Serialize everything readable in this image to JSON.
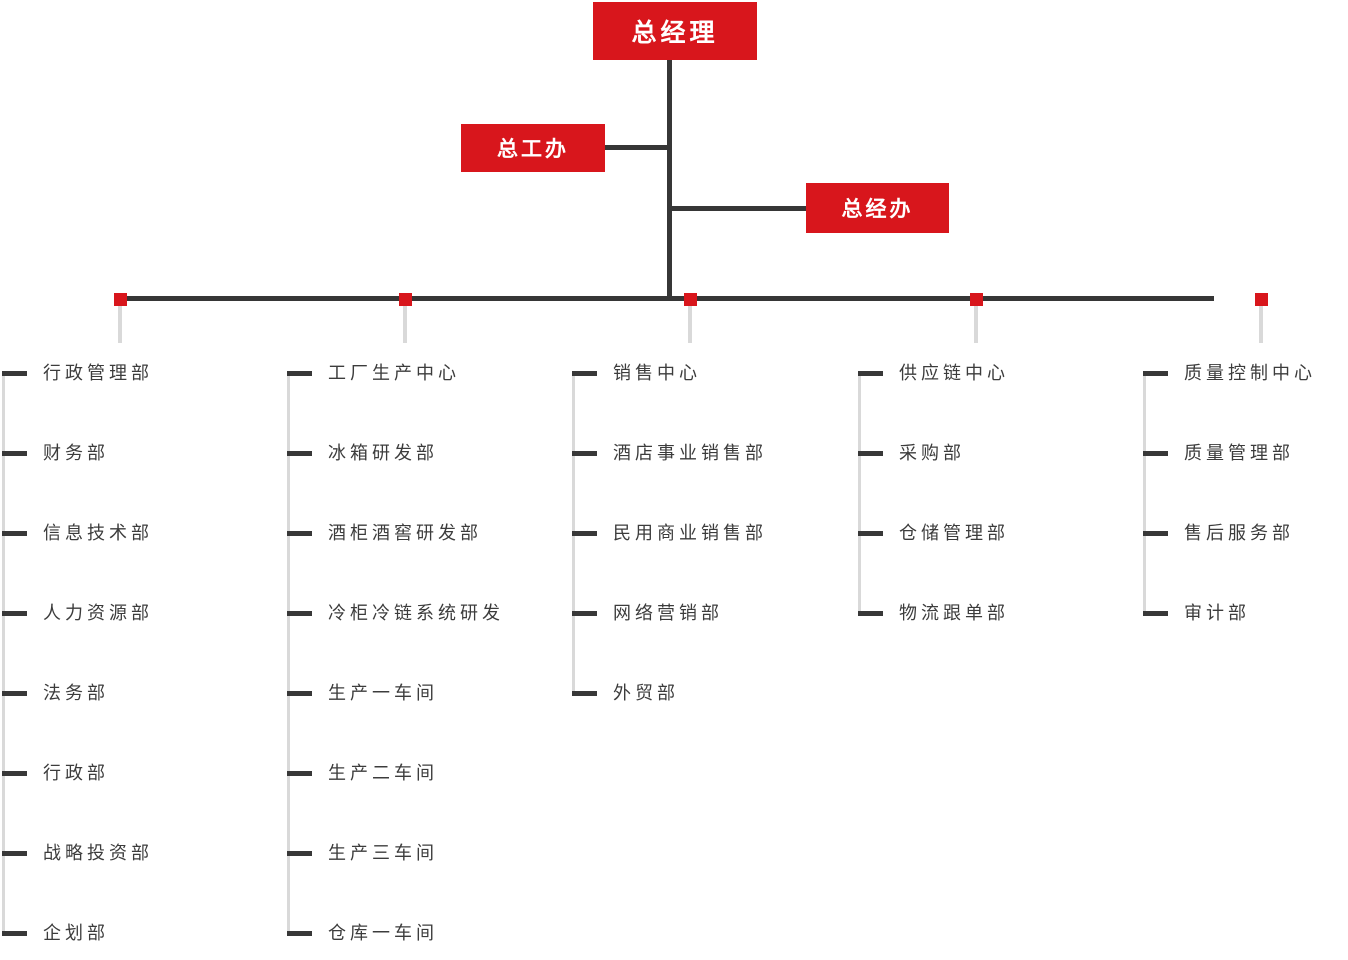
{
  "palette": {
    "accent_red": "#d8161c",
    "line_dark": "#363636",
    "line_light": "#d9d9d9",
    "text_dark": "#3c3c3c"
  },
  "root": {
    "label": "总经理"
  },
  "assistants": [
    {
      "label": "总工办"
    },
    {
      "label": "总经办"
    }
  ],
  "branches": [
    {
      "items": [
        "行政管理部",
        "财务部",
        "信息技术部",
        "人力资源部",
        "法务部",
        "行政部",
        "战略投资部",
        "企划部"
      ]
    },
    {
      "items": [
        "工厂生产中心",
        "冰箱研发部",
        "酒柜酒窖研发部",
        "冷柜冷链系统研发",
        "生产一车间",
        "生产二车间",
        "生产三车间",
        "仓库一车间"
      ]
    },
    {
      "items": [
        "销售中心",
        "酒店事业销售部",
        "民用商业销售部",
        "网络营销部",
        "外贸部"
      ]
    },
    {
      "items": [
        "供应链中心",
        "采购部",
        "仓储管理部",
        "物流跟单部"
      ]
    },
    {
      "items": [
        "质量控制中心",
        "质量管理部",
        "售后服务部",
        "审计部"
      ]
    }
  ]
}
